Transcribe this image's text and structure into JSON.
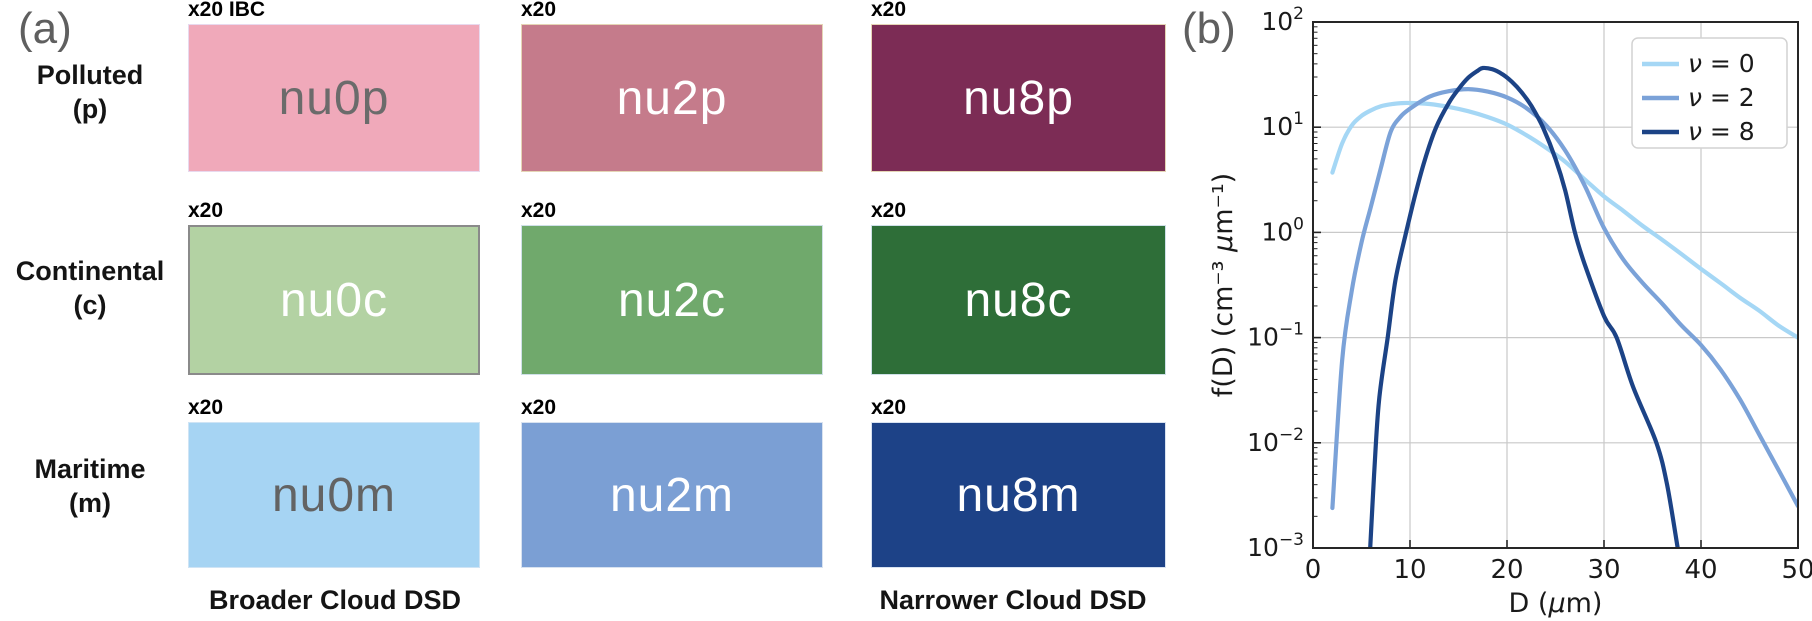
{
  "panel_a": {
    "label": "(a)",
    "rows": [
      {
        "name": "Polluted",
        "abbr": "(p)",
        "boxes": [
          {
            "tag": "x20 IBC",
            "label": "nu0p",
            "fill": "#f0a9ba",
            "text_color": "#6b6b6b",
            "border": "#e8d9ee"
          },
          {
            "tag": "x20",
            "label": "nu2p",
            "fill": "#c57b8b",
            "text_color": "#ffffff",
            "border": "#e5d5b5"
          },
          {
            "tag": "x20",
            "label": "nu8p",
            "fill": "#7c2c55",
            "text_color": "#ffffff",
            "border": "#e5d5b5"
          }
        ]
      },
      {
        "name": "Continental",
        "abbr": "(c)",
        "boxes": [
          {
            "tag": "x20",
            "label": "nu0c",
            "fill": "#b3d2a3",
            "text_color": "#ffffff",
            "border": "#8a8a8a"
          },
          {
            "tag": "x20",
            "label": "nu2c",
            "fill": "#70a96c",
            "text_color": "#ffffff",
            "border": "#cfe0e8"
          },
          {
            "tag": "x20",
            "label": "nu8c",
            "fill": "#2e6e38",
            "text_color": "#ffffff",
            "border": "#cfe0e8"
          }
        ]
      },
      {
        "name": "Maritime",
        "abbr": "(m)",
        "boxes": [
          {
            "tag": "x20",
            "label": "nu0m",
            "fill": "#a6d4f3",
            "text_color": "#636363",
            "border": "#cfe4f5"
          },
          {
            "tag": "x20",
            "label": "nu2m",
            "fill": "#7b9fd4",
            "text_color": "#ffffff",
            "border": "#d8e2f0"
          },
          {
            "tag": "x20",
            "label": "nu8m",
            "fill": "#1d4287",
            "text_color": "#ffffff",
            "border": "#d8e2f0"
          }
        ]
      }
    ],
    "captions": {
      "left": "Broader Cloud DSD",
      "right": "Narrower Cloud DSD"
    }
  },
  "panel_b": {
    "label": "(b)",
    "chart_data": {
      "type": "line",
      "title": "",
      "xlabel": "D (μm)",
      "ylabel": "f(D) (cm⁻³ μm⁻¹)",
      "x_scale": "linear",
      "y_scale": "log",
      "xlim": [
        0,
        50
      ],
      "ylim": [
        0.001,
        100
      ],
      "x_ticks": [
        0,
        10,
        20,
        30,
        40,
        50
      ],
      "y_ticks": [
        "10⁻³",
        "10⁻²",
        "10⁻¹",
        "10⁰",
        "10¹",
        "10²"
      ],
      "y_tick_exponents": [
        -3,
        -2,
        -1,
        0,
        1,
        2
      ],
      "grid": true,
      "legend_position": "upper right",
      "series": [
        {
          "name": "ν = 0",
          "color": "#a5d7f5",
          "points": [
            [
              2,
              3.7
            ],
            [
              3,
              7.0
            ],
            [
              4,
              10.4
            ],
            [
              5,
              12.8
            ],
            [
              6,
              14.5
            ],
            [
              7,
              15.8
            ],
            [
              8,
              16.5
            ],
            [
              9,
              16.9
            ],
            [
              10,
              17.0
            ],
            [
              12,
              16.6
            ],
            [
              14,
              15.6
            ],
            [
              16,
              14.2
            ],
            [
              18,
              12.5
            ],
            [
              20,
              10.6
            ],
            [
              22,
              8.4
            ],
            [
              24,
              6.4
            ],
            [
              26,
              4.7
            ],
            [
              28,
              3.2
            ],
            [
              30,
              2.2
            ],
            [
              32,
              1.6
            ],
            [
              34,
              1.15
            ],
            [
              36,
              0.85
            ],
            [
              38,
              0.62
            ],
            [
              40,
              0.45
            ],
            [
              42,
              0.33
            ],
            [
              44,
              0.24
            ],
            [
              46,
              0.18
            ],
            [
              48,
              0.13
            ],
            [
              50,
              0.1
            ]
          ]
        },
        {
          "name": "ν = 2",
          "color": "#7ba2d8",
          "points": [
            [
              2,
              0.0024
            ],
            [
              3,
              0.06
            ],
            [
              4,
              0.28
            ],
            [
              5,
              0.8
            ],
            [
              6,
              1.8
            ],
            [
              7,
              4.1
            ],
            [
              8,
              9.0
            ],
            [
              9,
              12.5
            ],
            [
              10,
              15.0
            ],
            [
              12,
              19.5
            ],
            [
              14,
              22.0
            ],
            [
              16,
              23.0
            ],
            [
              18,
              21.8
            ],
            [
              20,
              19.2
            ],
            [
              22,
              15.2
            ],
            [
              24,
              10.5
            ],
            [
              26,
              6.0
            ],
            [
              28,
              2.8
            ],
            [
              30,
              1.1
            ],
            [
              32,
              0.55
            ],
            [
              34,
              0.33
            ],
            [
              36,
              0.21
            ],
            [
              38,
              0.13
            ],
            [
              40,
              0.085
            ],
            [
              42,
              0.05
            ],
            [
              44,
              0.026
            ],
            [
              46,
              0.012
            ],
            [
              48,
              0.0055
            ],
            [
              50,
              0.0025
            ]
          ]
        },
        {
          "name": "ν = 8",
          "color": "#1c4386",
          "points": [
            [
              5.9,
              0.001
            ],
            [
              6.3,
              0.005
            ],
            [
              6.8,
              0.025
            ],
            [
              7.7,
              0.1
            ],
            [
              8.5,
              0.35
            ],
            [
              9.6,
              1.0
            ],
            [
              10.5,
              2.2
            ],
            [
              11.5,
              4.8
            ],
            [
              12.7,
              10
            ],
            [
              14,
              17
            ],
            [
              15,
              23
            ],
            [
              16,
              29.5
            ],
            [
              17,
              34.5
            ],
            [
              17.5,
              36.5
            ],
            [
              18.5,
              35.5
            ],
            [
              19.5,
              32
            ],
            [
              20.5,
              27
            ],
            [
              21.5,
              21.5
            ],
            [
              22.5,
              16
            ],
            [
              23.7,
              10
            ],
            [
              25,
              5.0
            ],
            [
              26,
              2.5
            ],
            [
              27,
              1.0
            ],
            [
              28,
              0.5
            ],
            [
              30,
              0.16
            ],
            [
              31.3,
              0.1
            ],
            [
              33,
              0.034
            ],
            [
              35.4,
              0.01
            ],
            [
              36.5,
              0.004
            ],
            [
              37.6,
              0.001
            ]
          ]
        }
      ]
    }
  }
}
